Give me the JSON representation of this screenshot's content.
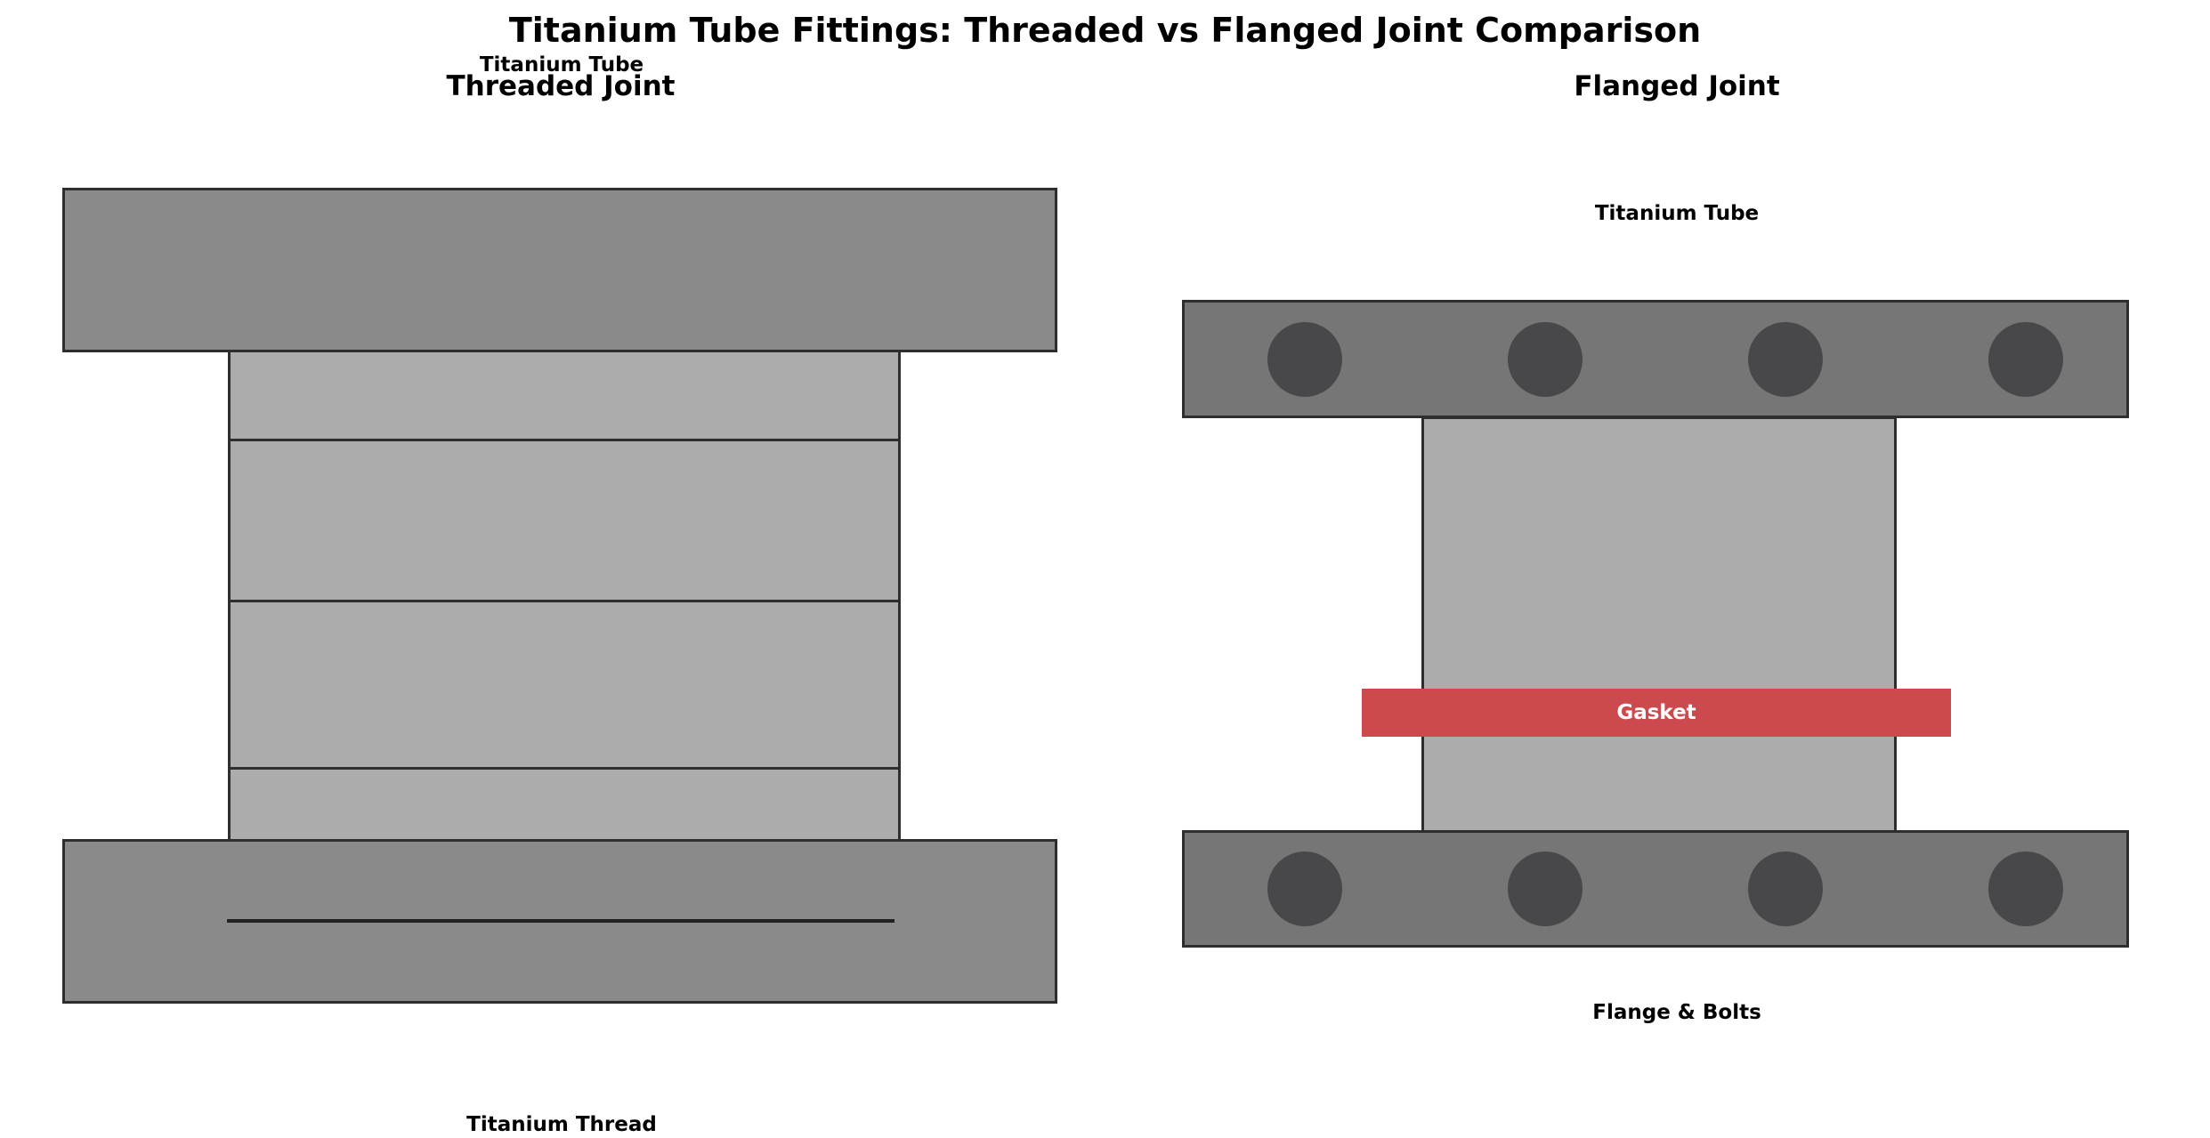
{
  "title": "Titanium Tube Fittings: Threaded vs Flanged Joint Comparison",
  "left_panel": {
    "subtitle": "Threaded Joint",
    "tube_label": "Titanium Tube",
    "thread_label": "Titanium Thread"
  },
  "right_panel": {
    "subtitle": "Flanged Joint",
    "tube_label": "Titanium Tube",
    "gasket_label": "Gasket",
    "flange_label": "Flange & Bolts"
  },
  "colors": {
    "fitting_gray": "#8a8a8a",
    "flange_gray": "#767676",
    "tube_gray": "#acacac",
    "bolt_dark": "#48484a",
    "gasket_red": "#cc4a4e",
    "outline_dark": "#2e2e2e",
    "background": "#ffffff",
    "text_black": "#000000",
    "gasket_text_white": "#ffffff"
  }
}
